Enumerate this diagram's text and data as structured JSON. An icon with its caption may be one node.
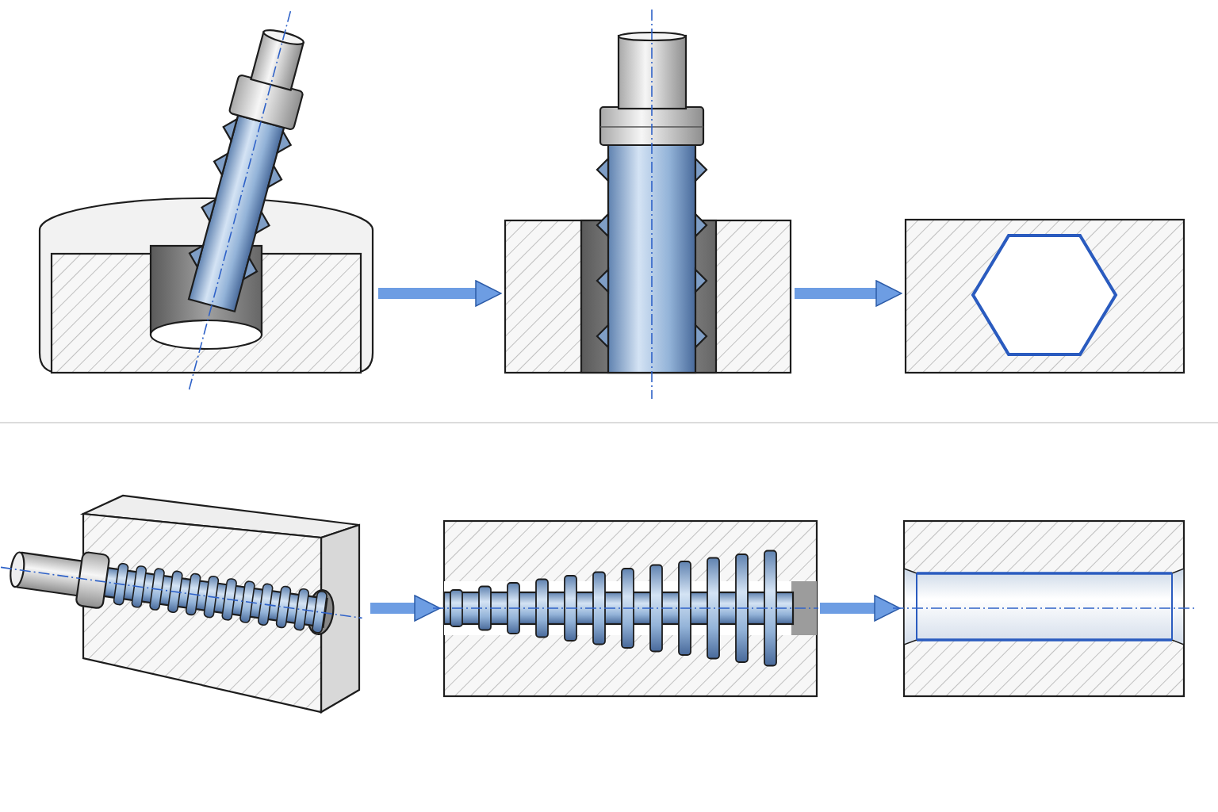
{
  "diagram": {
    "nodes": [
      {
        "text": [],
        "shape": "picture"
      },
      {
        "text": [],
        "shape": "picture"
      },
      {
        "text": [],
        "shape": "picture"
      },
      {
        "text": [],
        "shape": "picture"
      },
      {
        "text": [],
        "shape": "picture"
      },
      {
        "text": [],
        "shape": "picture"
      }
    ],
    "edges": [
      {
        "from": 0,
        "to": 1,
        "arrow": "to"
      },
      {
        "from": 1,
        "to": 2,
        "arrow": "to"
      },
      {
        "from": 3,
        "to": 4,
        "arrow": "to"
      },
      {
        "from": 4,
        "to": 5,
        "arrow": "to"
      }
    ]
  }
}
